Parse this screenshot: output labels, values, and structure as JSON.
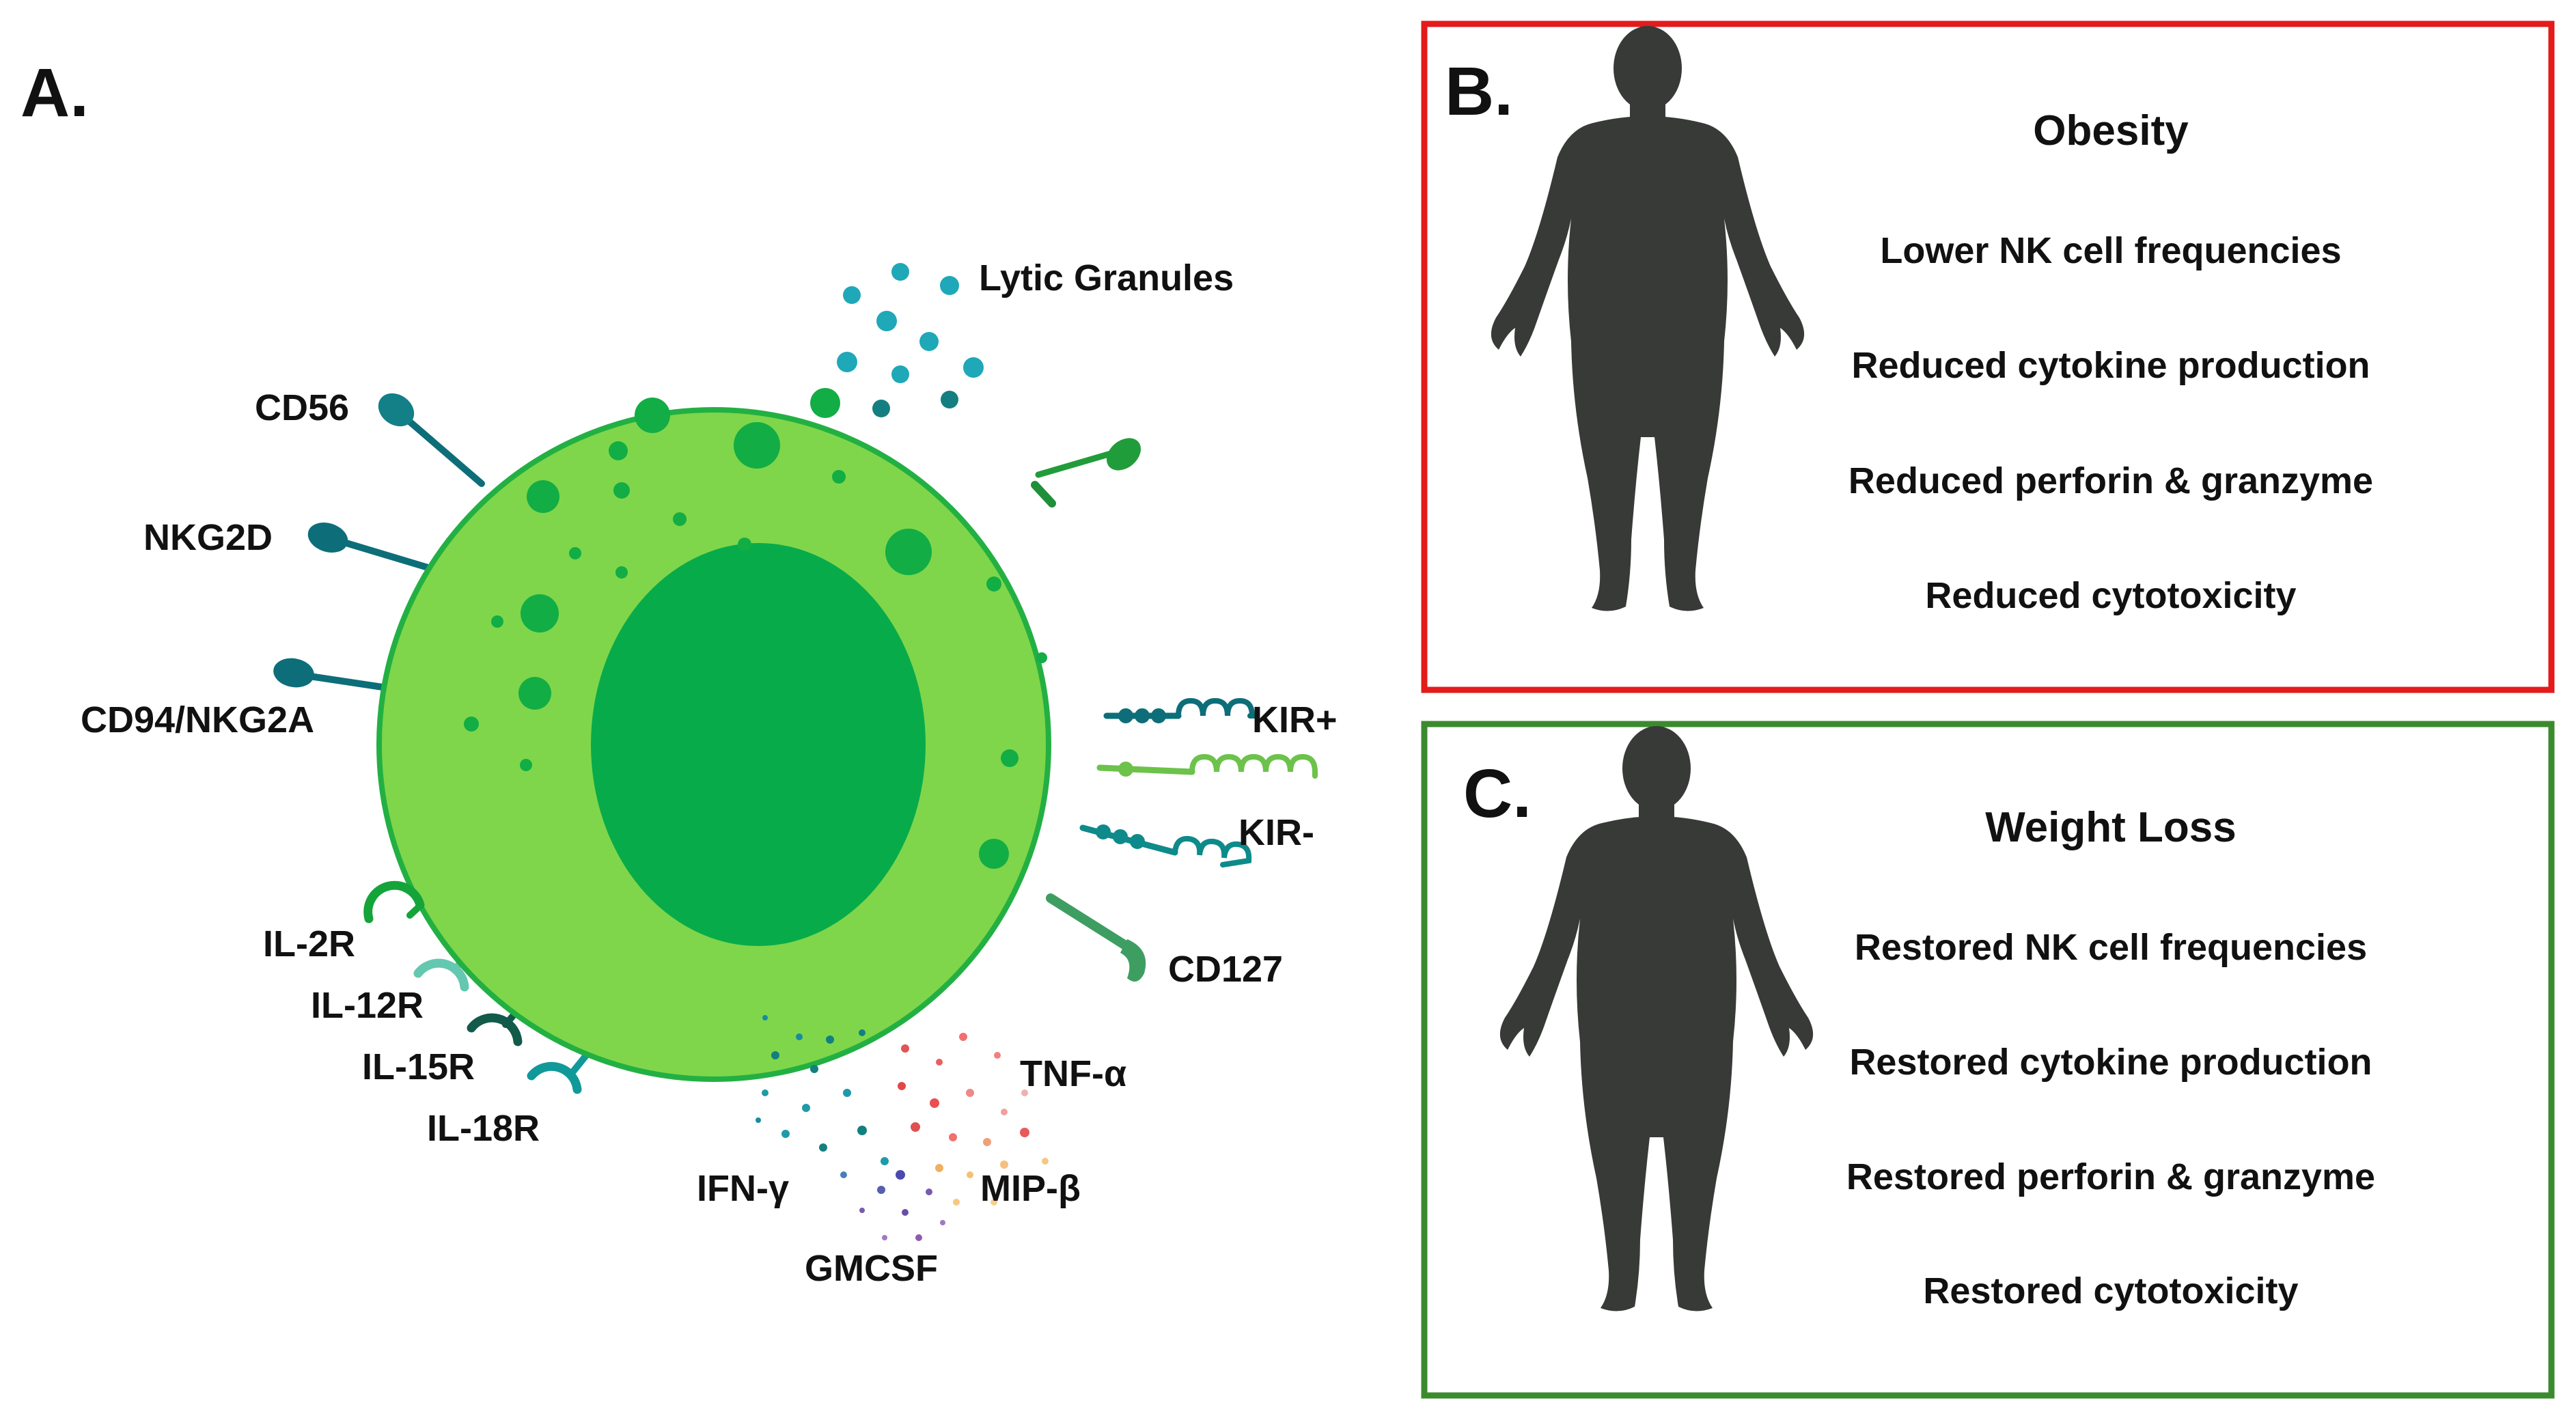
{
  "panels": {
    "a": {
      "letter": "A.",
      "labels": {
        "lytic": "Lytic Granules",
        "cd56": "CD56",
        "nkg2d": "NKG2D",
        "cd94": "CD94/NKG2A",
        "kirplus": "KIR+",
        "kirminus": "KIR-",
        "cd127": "CD127",
        "il2r": "IL-2R",
        "il12r": "IL-12R",
        "il15r": "IL-15R",
        "il18r": "IL-18R",
        "tnf": "TNF-α",
        "ifn": "IFN-γ",
        "mip": "MIP-β",
        "gmcsf": "GMCSF"
      }
    },
    "b": {
      "letter": "B.",
      "heading": "Obesity",
      "lines": [
        "Lower NK cell frequencies",
        "Reduced cytokine production",
        "Reduced perforin & granzyme",
        "Reduced cytotoxicity"
      ]
    },
    "c": {
      "letter": "C.",
      "heading": "Weight Loss",
      "lines": [
        "Restored NK cell frequencies",
        "Restored cytokine production",
        "Restored perforin & granzyme",
        "Restored cytotoxicity"
      ]
    }
  },
  "colors": {
    "cell_outer": "#7fd64a",
    "cell_border": "#23b043",
    "nucleus": "#08ab4a",
    "granule": "#1ea8b8",
    "receptor_dark": "#0d6e79",
    "box_b_border": "#e31b1b",
    "box_c_border": "#3b8b2e",
    "silhouette": "#383a37"
  }
}
